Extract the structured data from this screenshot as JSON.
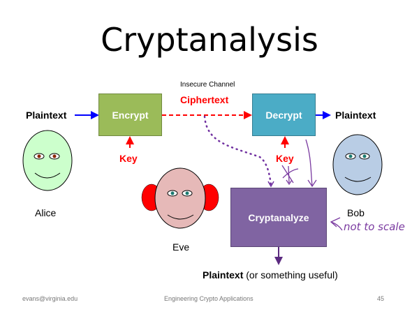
{
  "slide": {
    "title": "Cryptanalysis",
    "channel_label": "Insecure Channel",
    "ciphertext_label": "Ciphertext",
    "plaintext_in": "Plaintext",
    "plaintext_out": "Plaintext",
    "encrypt_label": "Encrypt",
    "decrypt_label": "Decrypt",
    "cryptanalyze_label": "Cryptanalyze",
    "key_left": "Key",
    "key_right": "Key",
    "result_bold": "Plaintext",
    "result_rest": " (or something useful)",
    "annotation": "not to scale",
    "characters": {
      "alice": "Alice",
      "bob": "Bob",
      "eve": "Eve"
    }
  },
  "colors": {
    "encrypt": "#9bbb59",
    "decrypt": "#4bacc6",
    "cryptanalyze": "#8064a2",
    "key": "#ff0000",
    "arrow_blue": "#0000ff",
    "alice_face": "#ccffcc",
    "bob_face": "#b9cde5",
    "eve_face": "#e6b9b8",
    "eve_ears": "#ff0000"
  },
  "footer": {
    "left": "evans@virginia.edu",
    "center": "Engineering Crypto Applications",
    "page": "45"
  }
}
